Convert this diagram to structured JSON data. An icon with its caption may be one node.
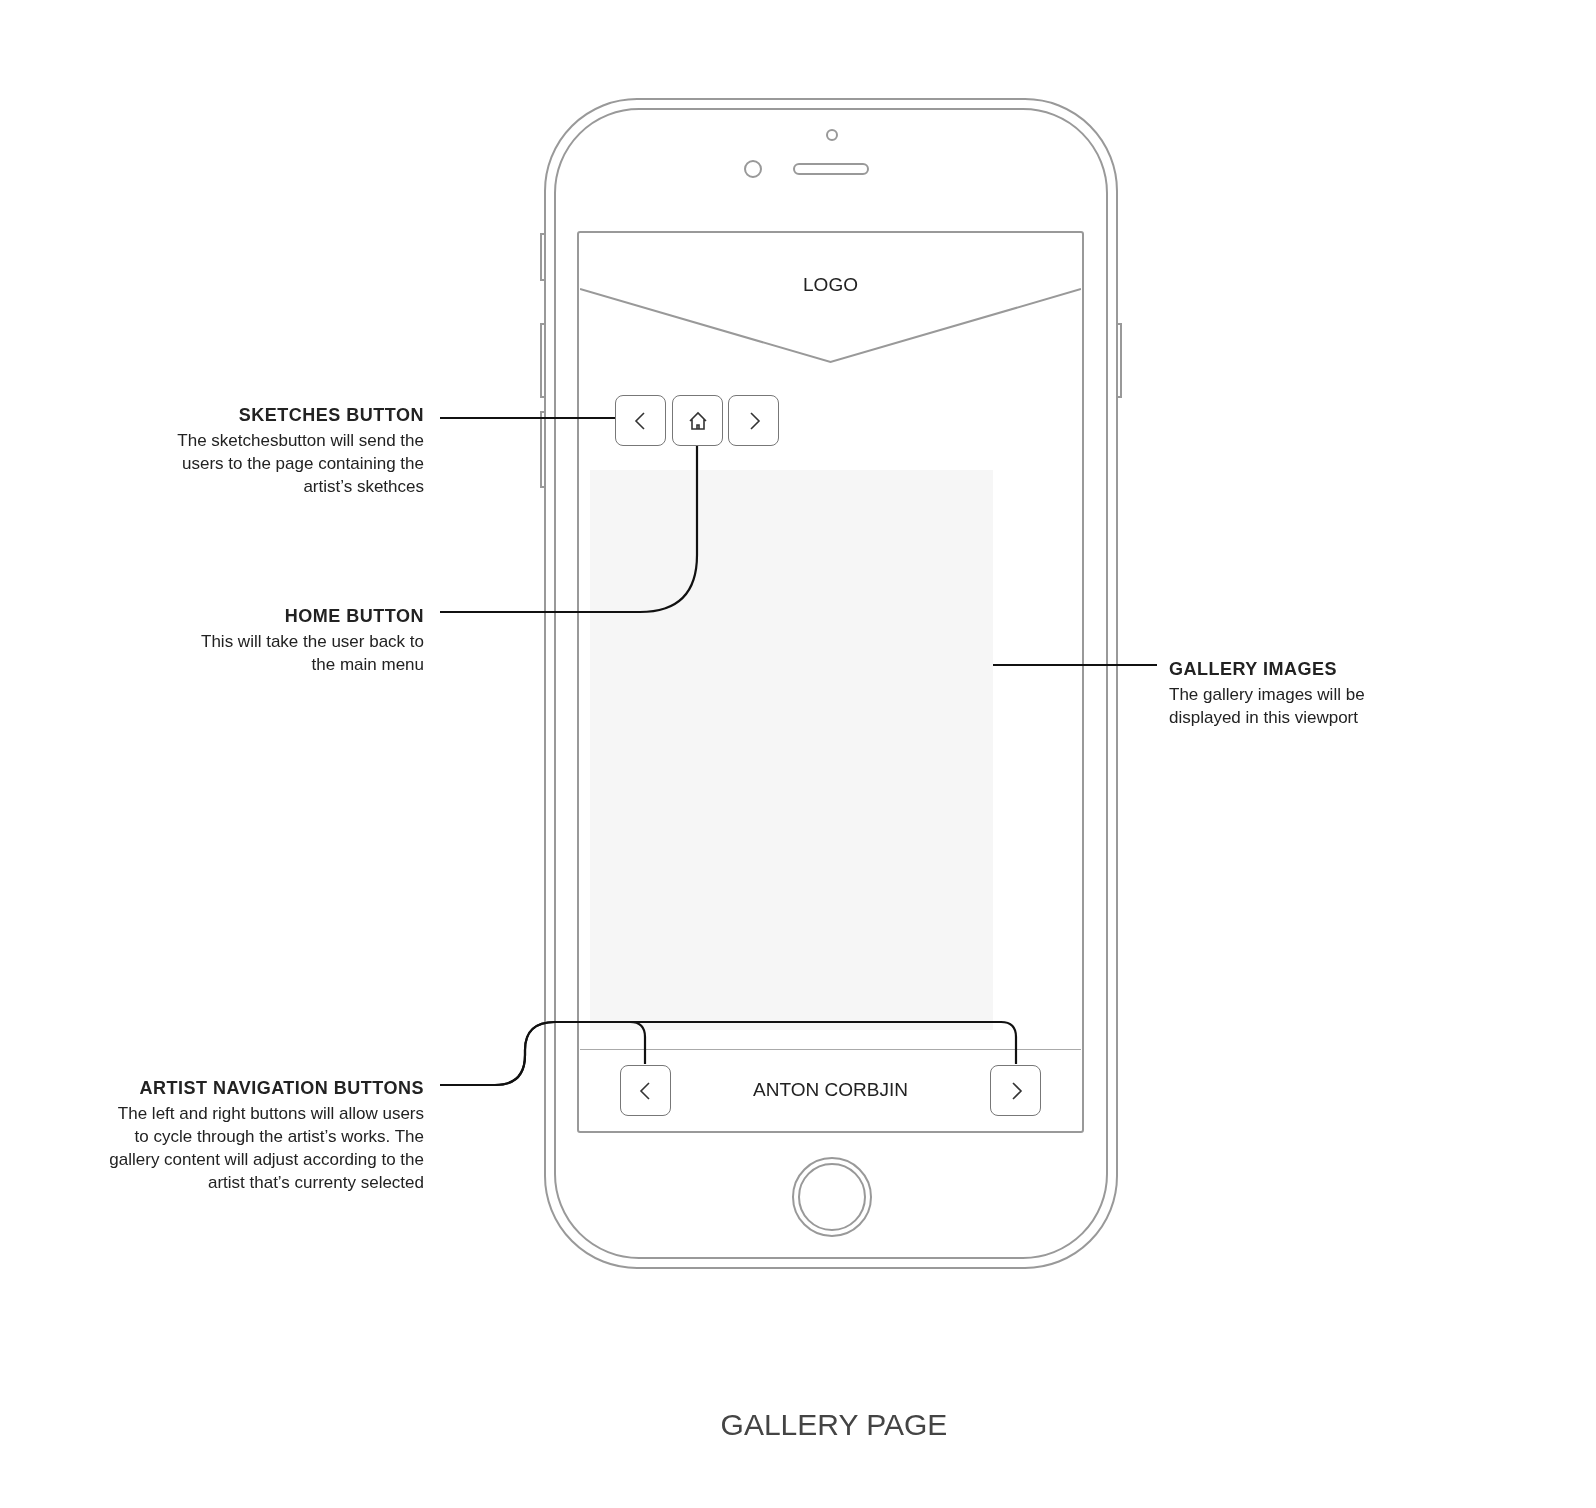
{
  "diagram": {
    "caption": "GALLERY PAGE",
    "nodes": [
      {
        "text": [
          "LOGO"
        ]
      },
      {
        "text": [
          "SKETCHES BUTTON",
          "The sketchesbutton will send the users to the page containing the artist’s skethces"
        ]
      },
      {
        "text": [],
        "shape": "box"
      },
      {
        "text": [],
        "shape": "box"
      },
      {
        "text": [],
        "shape": "box"
      },
      {
        "text": [
          "HOME BUTTON",
          "This will take the user back to the main menu"
        ]
      },
      {
        "text": [
          "GALLERY IMAGES",
          "The gallery images will be displayed in this viewport"
        ]
      },
      {
        "text": [],
        "shape": "box"
      },
      {
        "text": [
          "ARTIST NAVIGATION BUTTONS",
          "The left and right buttons will allow users to cycle through the artist’s works. The gallery content will adjust according to the artist that’s currenty selected"
        ]
      },
      {
        "text": [
          "ANTON CORBJIN"
        ]
      },
      {
        "text": [],
        "shape": "box",
        "in": 9
      },
      {
        "text": [],
        "shape": "box",
        "in": 9
      }
    ],
    "edges": [
      {
        "from": 1,
        "to": 2,
        "arrow": "none"
      },
      {
        "from": 5,
        "to": 3,
        "arrow": "none"
      },
      {
        "from": 6,
        "to": 7,
        "arrow": "none"
      },
      {
        "from": 8,
        "to": 10,
        "arrow": "none"
      },
      {
        "from": 8,
        "to": 11,
        "arrow": "none"
      }
    ]
  }
}
